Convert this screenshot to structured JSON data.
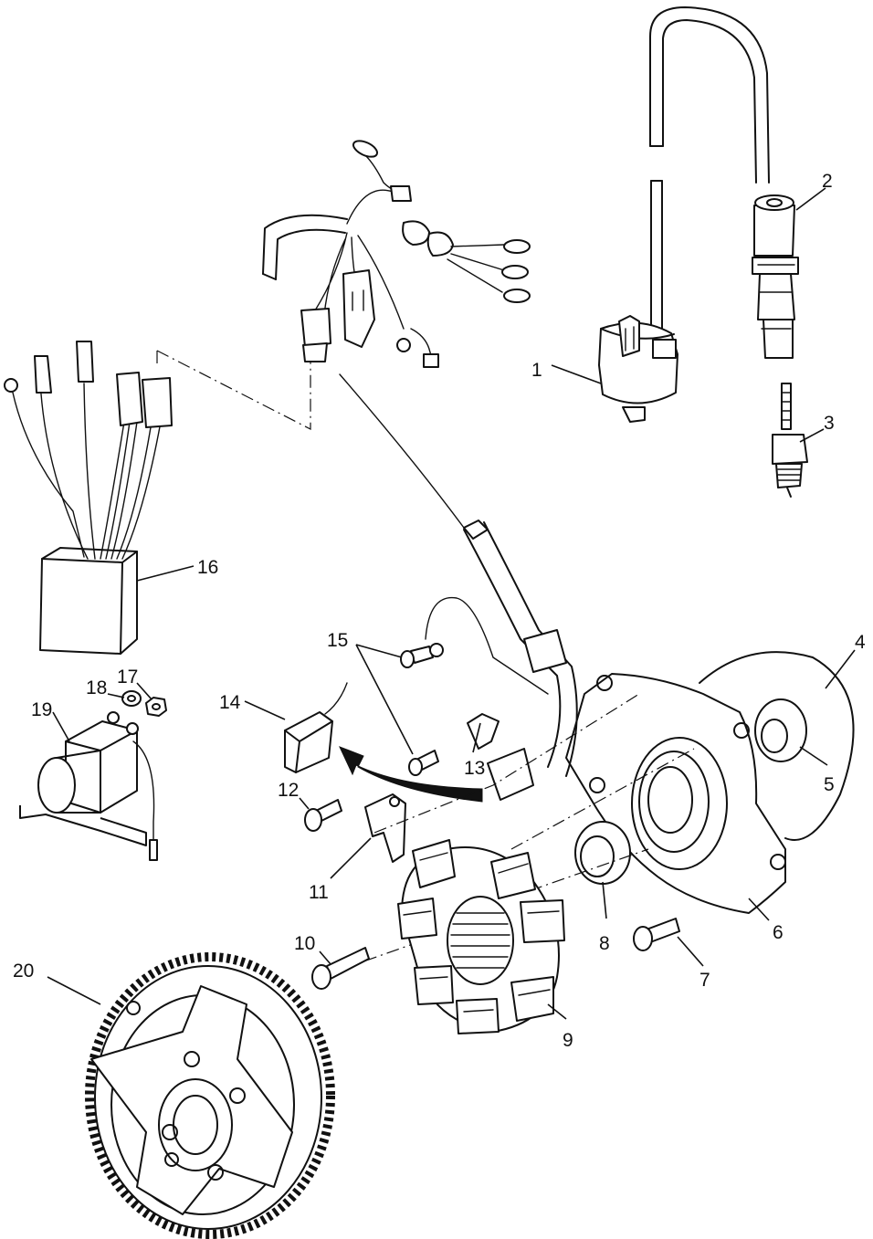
{
  "callouts": [
    "1",
    "2",
    "3",
    "4",
    "5",
    "6",
    "7",
    "8",
    "9",
    "10",
    "11",
    "12",
    "13",
    "14",
    "15",
    "16",
    "17",
    "18",
    "19",
    "20"
  ],
  "colors": {
    "line": "#111111",
    "background": "#ffffff"
  }
}
